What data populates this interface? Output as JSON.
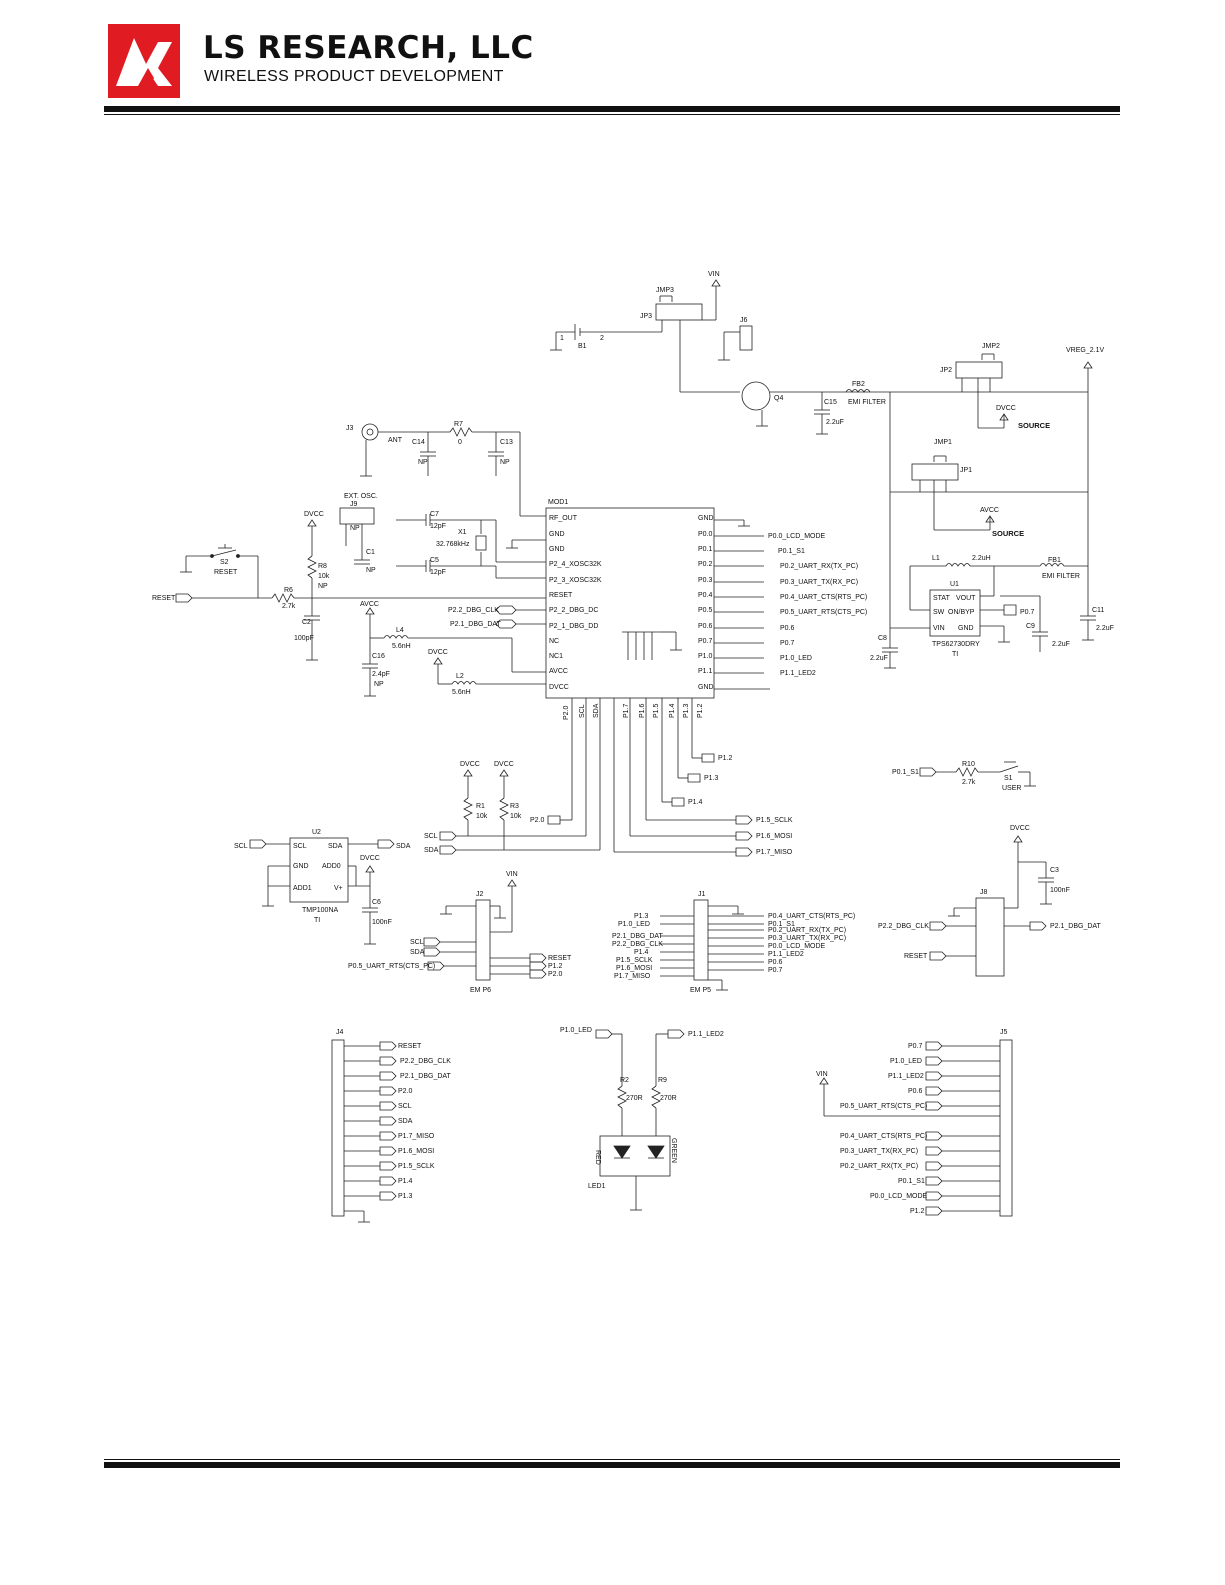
{
  "header": {
    "company": "LS RESEARCH, LLC",
    "tagline": "WIRELESS PRODUCT DEVELOPMENT"
  },
  "colors": {
    "logo_red": "#e11b22",
    "ink": "#111111"
  },
  "labels": {
    "t0": "JMP3",
    "t1": "JP3",
    "t2": "VIN",
    "t3": "J6",
    "t4": "B1",
    "t5": "1",
    "t6": "2",
    "t7": "JMP2",
    "t8": "JP2",
    "t9": "VREG_2.1V",
    "t10": "DVCC",
    "t11": "SOURCE",
    "t12": "Q4",
    "t13": "C15",
    "t14": "2.2uF",
    "t15": "FB2",
    "t16": "EMI FILTER",
    "t17": "J3",
    "t18": "ANT",
    "t19": "R7",
    "t20": "0",
    "t21": "C14",
    "t22": "C13",
    "t23": "NP",
    "t24": "NP",
    "t25": "JMP1",
    "t26": "JP1",
    "t27": "AVCC",
    "t28": "SOURCE",
    "t29": "MOD1",
    "t30": "RF_OUT",
    "t31": "GND",
    "t32": "GND",
    "t33": "P2_4_XOSC32K",
    "t34": "P2_3_XOSC32K",
    "t35": "RESET",
    "t36": "P2_2_DBG_DC",
    "t37": "P2_1_DBG_DD",
    "t38": "NC",
    "t39": "NC1",
    "t40": "AVCC",
    "t41": "DVCC",
    "t42": "GND",
    "t43": "P0.0",
    "t44": "P0.1",
    "t45": "P0.2",
    "t46": "P0.3",
    "t47": "P0.4",
    "t48": "P0.5",
    "t49": "P0.6",
    "t50": "P0.7",
    "t51": "P1.0",
    "t52": "P1.1",
    "t53": "GND",
    "t54": "P0.0_LCD_MODE",
    "t55": "P0.1_S1",
    "t56": "P0.2_UART_RX(TX_PC)",
    "t57": "P0.3_UART_TX(RX_PC)",
    "t58": "P0.4_UART_CTS(RTS_PC)",
    "t59": "P0.5_UART_RTS(CTS_PC)",
    "t60": "P0.6",
    "t61": "P0.7",
    "t62": "P1.0_LED",
    "t63": "P1.1_LED2",
    "t64": "EXT. OSC.",
    "t65": "J9",
    "t66": "NP",
    "t67": "C7",
    "t68": "12pF",
    "t69": "X1",
    "t70": "32.768kHz",
    "t71": "C5",
    "t72": "12pF",
    "t73": "C1",
    "t74": "NP",
    "t75": "DVCC",
    "t76": "S2",
    "t77": "RESET",
    "t78": "R8",
    "t79": "10k",
    "t80": "NP",
    "t81": "RESET",
    "t82": "R6",
    "t83": "2.7k",
    "t84": "C2",
    "t85": "100pF",
    "t86": "P2.2_DBG_CLK",
    "t87": "P2.1_DBG_DAT",
    "t88": "AVCC",
    "t89": "L4",
    "t90": "5.6nH",
    "t91": "C16",
    "t92": "2.4pF",
    "t93": "NP",
    "t94": "DVCC",
    "t95": "L2",
    "t96": "5.6nH",
    "t97": "L1",
    "t98": "2.2uH",
    "t99": "FB1",
    "t100": "EMI FILTER",
    "t101": "U1",
    "t102": "STAT",
    "t103": "VOUT",
    "t104": "SW",
    "t105": "ON/BYP",
    "t106": "VIN",
    "t107": "GND",
    "t108": "TPS62730DRY",
    "t109": "TI",
    "t110": "P0.7",
    "t111": "C8",
    "t112": "2.2uF",
    "t113": "C9",
    "t114": "2.2uF",
    "t115": "C11",
    "t116": "2.2uF",
    "t117": "P1.2",
    "t118": "P1.3",
    "t119": "P1.4",
    "t120": "P1.5_SCLK",
    "t121": "P1.6_MOSI",
    "t122": "P1.7_MISO",
    "t123": "P2.0",
    "t124": "DVCC",
    "t125": "DVCC",
    "t126": "R1",
    "t127": "10k",
    "t128": "R3",
    "t129": "10k",
    "t130": "SCL",
    "t131": "SDA",
    "t132": "P0.1_S1",
    "t133": "R10",
    "t134": "2.7k",
    "t135": "S1",
    "t136": "USER",
    "t137": "SCL",
    "t138": "U2",
    "t139": "SCL",
    "t140": "SDA",
    "t141": "GND",
    "t142": "ADD0",
    "t143": "ADD1",
    "t144": "V+",
    "t145": "SDA",
    "t146": "TMP100NA",
    "t147": "TI",
    "t148": "DVCC",
    "t149": "C6",
    "t150": "100nF",
    "t151": "VIN",
    "t152": "J2",
    "t153": "EM P6",
    "t154": "SCL",
    "t155": "SDA",
    "t156": "P0.5_UART_RTS(CTS_PC)",
    "t157": "RESET",
    "t158": "P1.2",
    "t159": "P2.0",
    "t160": "J1",
    "t161": "EM P5",
    "t162": "P1.3",
    "t163": "P1.0_LED",
    "t164": "P2.1_DBG_DAT",
    "t165": "P2.2_DBG_CLK",
    "t166": "P1.4",
    "t167": "P1.5_SCLK",
    "t168": "P1.6_MOSI",
    "t169": "P1.7_MISO",
    "t170": "P0.4_UART_CTS(RTS_PC)",
    "t171": "P0.1_S1",
    "t172": "P0.2_UART_RX(TX_PC)",
    "t173": "P0.3_UART_TX(RX_PC)",
    "t174": "P0.0_LCD_MODE",
    "t175": "P1.1_LED2",
    "t176": "P0.6",
    "t177": "P0.7",
    "t178": "DVCC",
    "t179": "C3",
    "t180": "100nF",
    "t181": "J8",
    "t182": "P2.2_DBG_CLK",
    "t183": "RESET",
    "t184": "P2.1_DBG_DAT",
    "t185": "J4",
    "t186": "RESET",
    "t187": "P2.2_DBG_CLK",
    "t188": "P2.1_DBG_DAT",
    "t189": "P2.0",
    "t190": "SCL",
    "t191": "SDA",
    "t192": "P1.7_MISO",
    "t193": "P1.6_MOSI",
    "t194": "P1.5_SCLK",
    "t195": "P1.4",
    "t196": "P1.3",
    "t197": "P1.0_LED",
    "t198": "P1.1_LED2",
    "t199": "R2",
    "t200": "270R",
    "t201": "R9",
    "t202": "270R",
    "t203": "RED",
    "t204": "GREEN",
    "t205": "LED1",
    "t206": "J5",
    "t207": "VIN",
    "t208": "P0.7",
    "t209": "P1.0_LED",
    "t210": "P1.1_LED2",
    "t211": "P0.6",
    "t212": "P0.5_UART_RTS(CTS_PC)",
    "t213": "P0.4_UART_CTS(RTS_PC)",
    "t214": "P0.3_UART_TX(RX_PC)",
    "t215": "P0.2_UART_RX(TX_PC)",
    "t216": "P0.1_S1",
    "t217": "P0.0_LCD_MODE",
    "t218": "P1.2",
    "t219": "SDA",
    "t220": "SCL",
    "t221": "P2.0",
    "t222": "P1.7",
    "t223": "P1.6",
    "t224": "P1.5",
    "t225": "P1.4",
    "t226": "P1.3",
    "t227": "P1.2"
  }
}
